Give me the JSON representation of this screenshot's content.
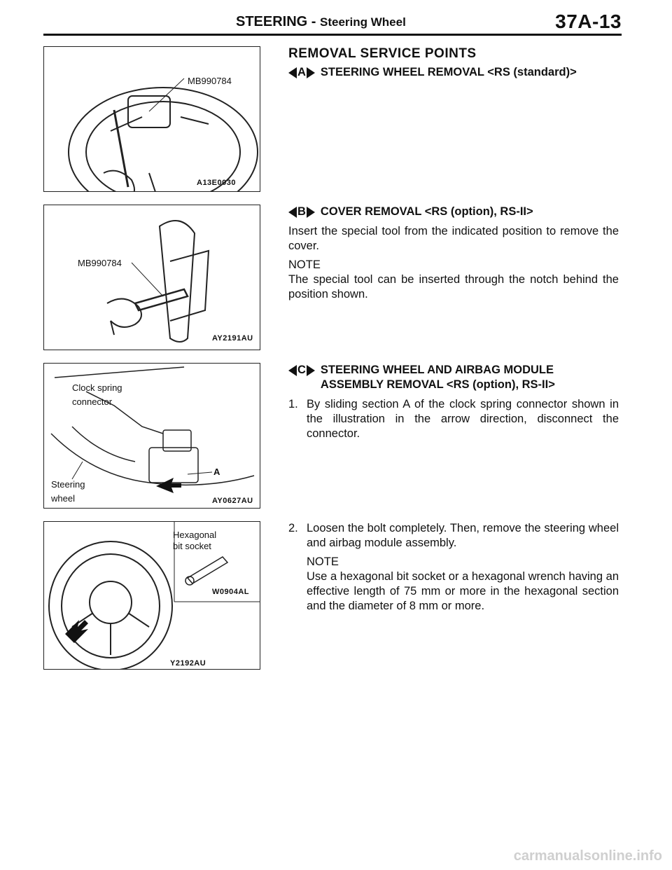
{
  "header": {
    "title": "STEERING -",
    "subtitle": "Steering Wheel",
    "page_number": "37A-13"
  },
  "figures": [
    {
      "code": "A13E0030",
      "labels": {
        "tool": "MB990784"
      }
    },
    {
      "code": "AY2191AU",
      "labels": {
        "tool": "MB990784"
      }
    },
    {
      "code": "AY0627AU",
      "labels": {
        "clock_spring_1": "Clock spring",
        "clock_spring_2": "connector",
        "section": "A",
        "wheel_1": "Steering",
        "wheel_2": "wheel"
      }
    },
    {
      "code": "Y2192AU",
      "inset_code": "W0904AL",
      "labels": {
        "socket_1": "Hexagonal",
        "socket_2": "bit socket"
      }
    }
  ],
  "section_title": "REMOVAL SERVICE POINTS",
  "procedures": [
    {
      "letter": "A",
      "title": "STEERING WHEEL REMOVAL <RS (standard)>"
    },
    {
      "letter": "B",
      "title": "COVER REMOVAL <RS (option), RS-II>",
      "text": "Insert the special tool from the indicated position to remove the cover.",
      "note_label": "NOTE",
      "note_text": "The special tool can be inserted through the notch behind the position shown."
    },
    {
      "letter": "C",
      "title_1": "STEERING WHEEL AND AIRBAG MODULE",
      "title_2": "ASSEMBLY REMOVAL <RS (option), RS-II>",
      "step1_num": "1.",
      "step1_text": "By sliding section A of the clock spring connector shown in the illustration in the arrow direction, disconnect the connector.",
      "step2_num": "2.",
      "step2_text": "Loosen the bolt completely. Then, remove the steering wheel and airbag module assembly.",
      "note_label": "NOTE",
      "note_text": "Use a hexagonal bit socket or a hexagonal wrench having an effective length of 75 mm or more in the hexagonal section and the diameter of 8 mm or more."
    }
  ],
  "watermark": "carmanualsonline.info"
}
